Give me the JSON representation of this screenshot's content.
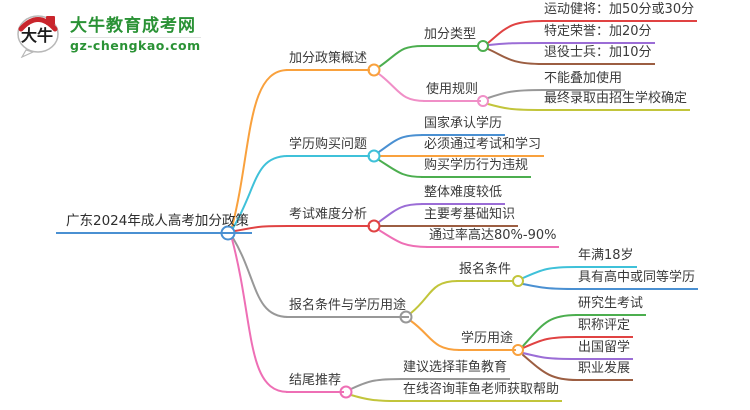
{
  "logo": {
    "site_name": "大牛教育成考网",
    "site_domain": "gz-chengkao.com",
    "icon_text": "大牛"
  },
  "colors": {
    "blue": "#4a90d2",
    "orange": "#f9a13d",
    "green": "#4cae4f",
    "red": "#e04343",
    "purple": "#9b6dd6",
    "brown": "#9c5e42",
    "pink_light": "#f08fc7",
    "pink": "#ee6fb5",
    "gray": "#989898",
    "olive": "#c2c53b",
    "cyan": "#3fc1d9",
    "brand_green": "#2a9235",
    "seal_red": "#c9252c"
  },
  "mindmap": {
    "root": {
      "label": "广东2024年成人高考加分政策"
    },
    "branches": [
      {
        "label": "加分政策概述",
        "children": [
          {
            "label": "加分类型",
            "children": [
              "运动健将：加50分或30分",
              "特定荣誉：加20分",
              "退役士兵：加10分"
            ]
          },
          {
            "label": "使用规则",
            "children": [
              "不能叠加使用",
              "最终录取由招生学校确定"
            ]
          }
        ]
      },
      {
        "label": "学历购买问题",
        "children": [
          "国家承认学历",
          "必须通过考试和学习",
          "购买学历行为违规"
        ]
      },
      {
        "label": "考试难度分析",
        "children": [
          "整体难度较低",
          "主要考基础知识",
          "通过率高达80%-90%"
        ]
      },
      {
        "label": "报名条件与学历用途",
        "children": [
          {
            "label": "报名条件",
            "children": [
              "年满18岁",
              "具有高中或同等学历"
            ]
          },
          {
            "label": "学历用途",
            "children": [
              "研究生考试",
              "职称评定",
              "出国留学",
              "职业发展"
            ]
          }
        ]
      },
      {
        "label": "结尾推荐",
        "children": [
          "建议选择菲鱼教育",
          "在线咨询菲鱼老师获取帮助"
        ]
      }
    ]
  }
}
